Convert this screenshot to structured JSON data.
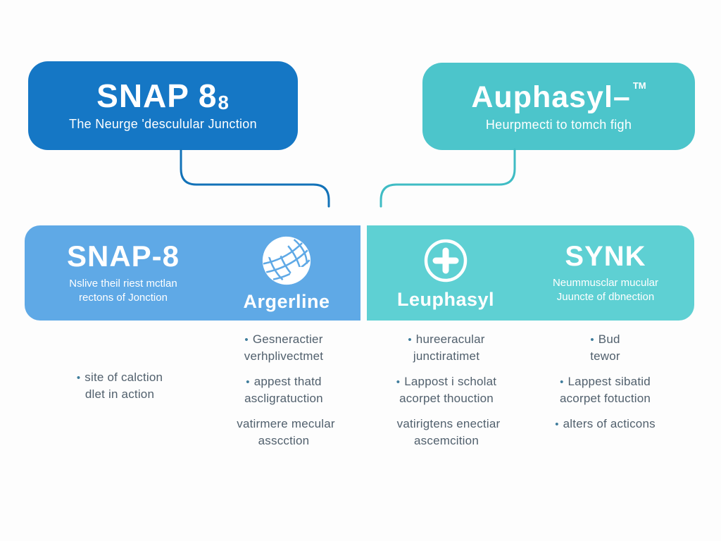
{
  "colors": {
    "background": "#fdfdfd",
    "top_left_box": "#1577c5",
    "top_right_box": "#4cc5cb",
    "band_left": "#5fa9e6",
    "band_right": "#5ed0d3",
    "connector_left": "#1272b8",
    "connector_right": "#3fbcc4",
    "bullet_text": "#51606d"
  },
  "top": {
    "left": {
      "title": "SNAP 8",
      "title_subscript": "8",
      "subtitle": "The Neurge 'desculular Junction"
    },
    "right": {
      "title": "Auphasyl–",
      "trademark": "TM",
      "subtitle": "Heurpmecti to tomch figh"
    }
  },
  "columns": [
    {
      "heading": "SNAP-8",
      "subtitle_lines": [
        "Nslive theil riest mctlan",
        "rectons of Jonction"
      ],
      "bullets": [
        {
          "marker": "•",
          "lines": [
            "site of calction",
            "dlet in action"
          ]
        }
      ]
    },
    {
      "icon": "globe-icon",
      "heading": "Argerline",
      "bullets": [
        {
          "marker": "•",
          "lines": [
            "Gesneractier",
            "verhplivectmet"
          ]
        },
        {
          "marker": "•",
          "lines": [
            "appest thatd",
            "ascligratuction"
          ]
        },
        {
          "marker": "",
          "lines": [
            "vatirmere mecular",
            "asscction"
          ]
        }
      ]
    },
    {
      "icon": "plus-circle-icon",
      "heading": "Leuphasyl",
      "bullets": [
        {
          "marker": "•",
          "lines": [
            "hureeracular",
            "junctiratimet"
          ]
        },
        {
          "marker": "•",
          "lines": [
            "Lappost i scholat",
            "acorpet thouction"
          ]
        },
        {
          "marker": "",
          "lines": [
            "vatirigtens enectiar",
            "ascemcition"
          ]
        }
      ]
    },
    {
      "heading": "SYNK",
      "subtitle_lines": [
        "Neummusclar mucular",
        "Juuncte of dbnection"
      ],
      "bullets": [
        {
          "marker": "•",
          "lines": [
            "Bud",
            "tewor"
          ]
        },
        {
          "marker": "•",
          "lines": [
            "Lappest sibatid",
            "acorpet fotuction"
          ]
        },
        {
          "marker": "•",
          "lines": [
            "alters of acticons"
          ]
        }
      ]
    }
  ]
}
